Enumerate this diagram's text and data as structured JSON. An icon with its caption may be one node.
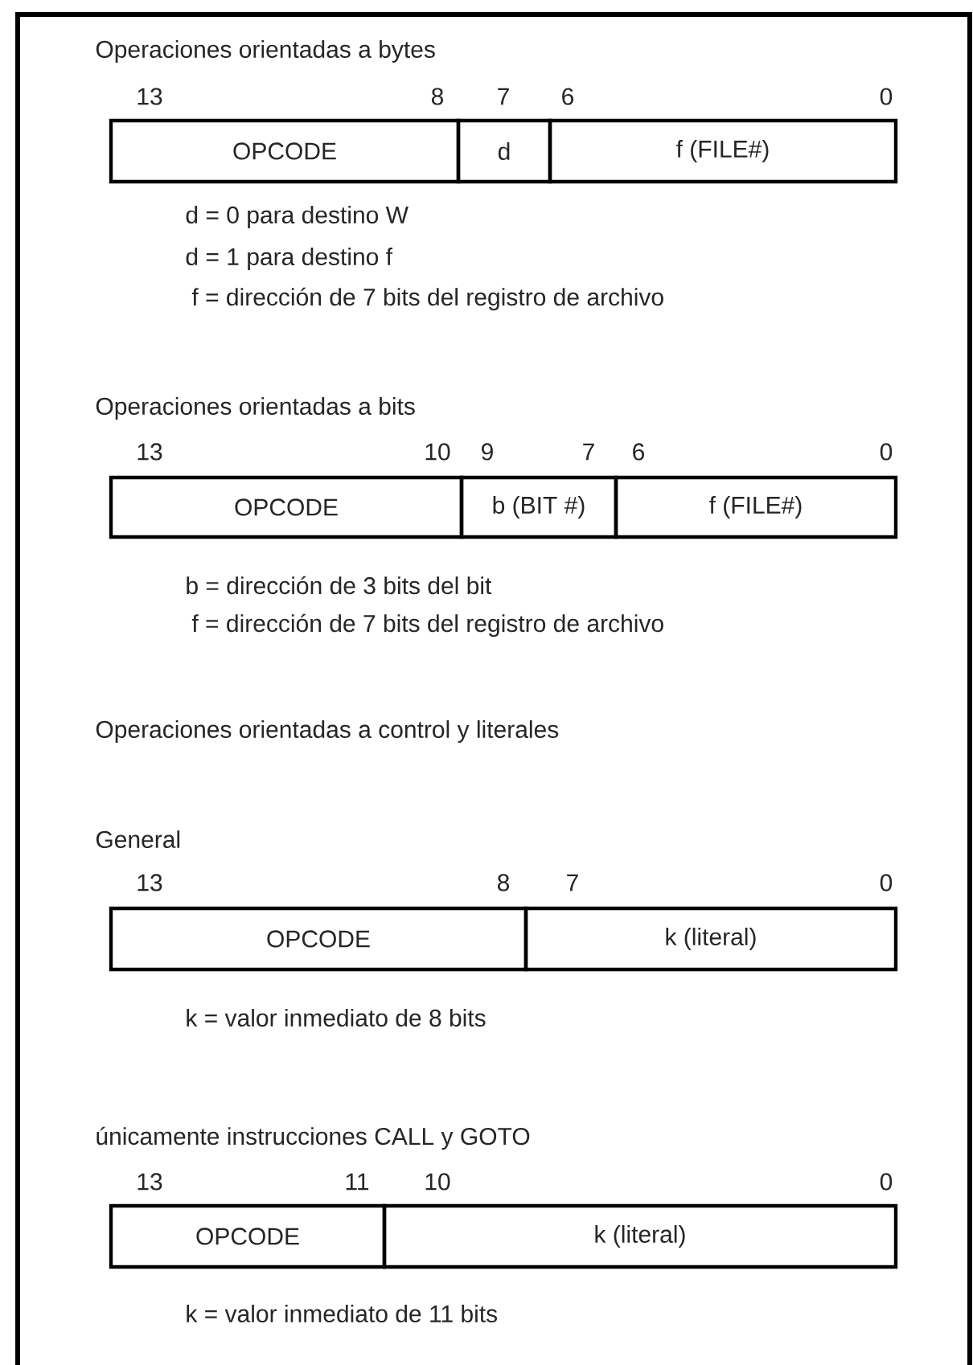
{
  "diagram": {
    "nodes": [
      {
        "text": [
          "OPCODE"
        ]
      },
      {
        "text": [
          "d"
        ]
      },
      {
        "text": [
          "f (FILE#)"
        ]
      },
      {
        "text": [
          "OPCODE"
        ]
      },
      {
        "text": [
          "b (BIT #)"
        ]
      },
      {
        "text": [
          "f (FILE#)"
        ]
      },
      {
        "text": [
          "OPCODE"
        ]
      },
      {
        "text": [
          "k (literal)"
        ]
      },
      {
        "text": [
          "OPCODE"
        ]
      },
      {
        "text": [
          "k (literal)"
        ]
      }
    ],
    "labels": [
      "Operaciones orientadas a bytes",
      "13",
      "8",
      "7",
      "6",
      "0",
      "d = 0 para destino W",
      "d = 1 para destino f",
      "f = dirección de 7 bits del registro de archivo",
      "Operaciones orientadas a bits",
      "13",
      "10",
      "9",
      "7",
      "6",
      "0",
      "b = dirección de 3 bits del bit",
      "f = dirección de 7 bits del registro de archivo",
      "Operaciones orientadas a control y literales",
      "General",
      "13",
      "8",
      "7",
      "0",
      "k = valor inmediato de 8 bits",
      "únicamente instrucciones CALL y GOTO",
      "13",
      "11",
      "10",
      "0",
      "k = valor inmediato de 11 bits"
    ]
  }
}
